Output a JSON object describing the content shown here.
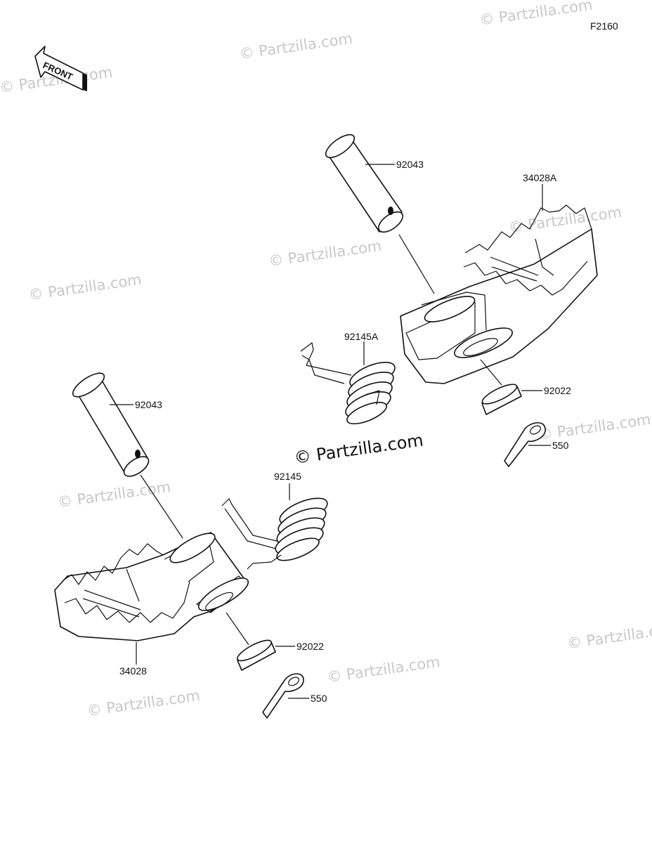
{
  "diagram_code": "F2160",
  "front_arrow_label": "FRONT",
  "watermark": "© Partzilla.com",
  "center_watermark": "© Partzilla.com",
  "parts": {
    "pin_right": "92043",
    "footpeg_right": "34028A",
    "spring_right": "92145A",
    "washer_right": "92022",
    "cotter_right": "550",
    "pin_left": "92043",
    "spring_left": "92145",
    "footpeg_left": "34028",
    "washer_left": "92022",
    "cotter_left": "550"
  }
}
